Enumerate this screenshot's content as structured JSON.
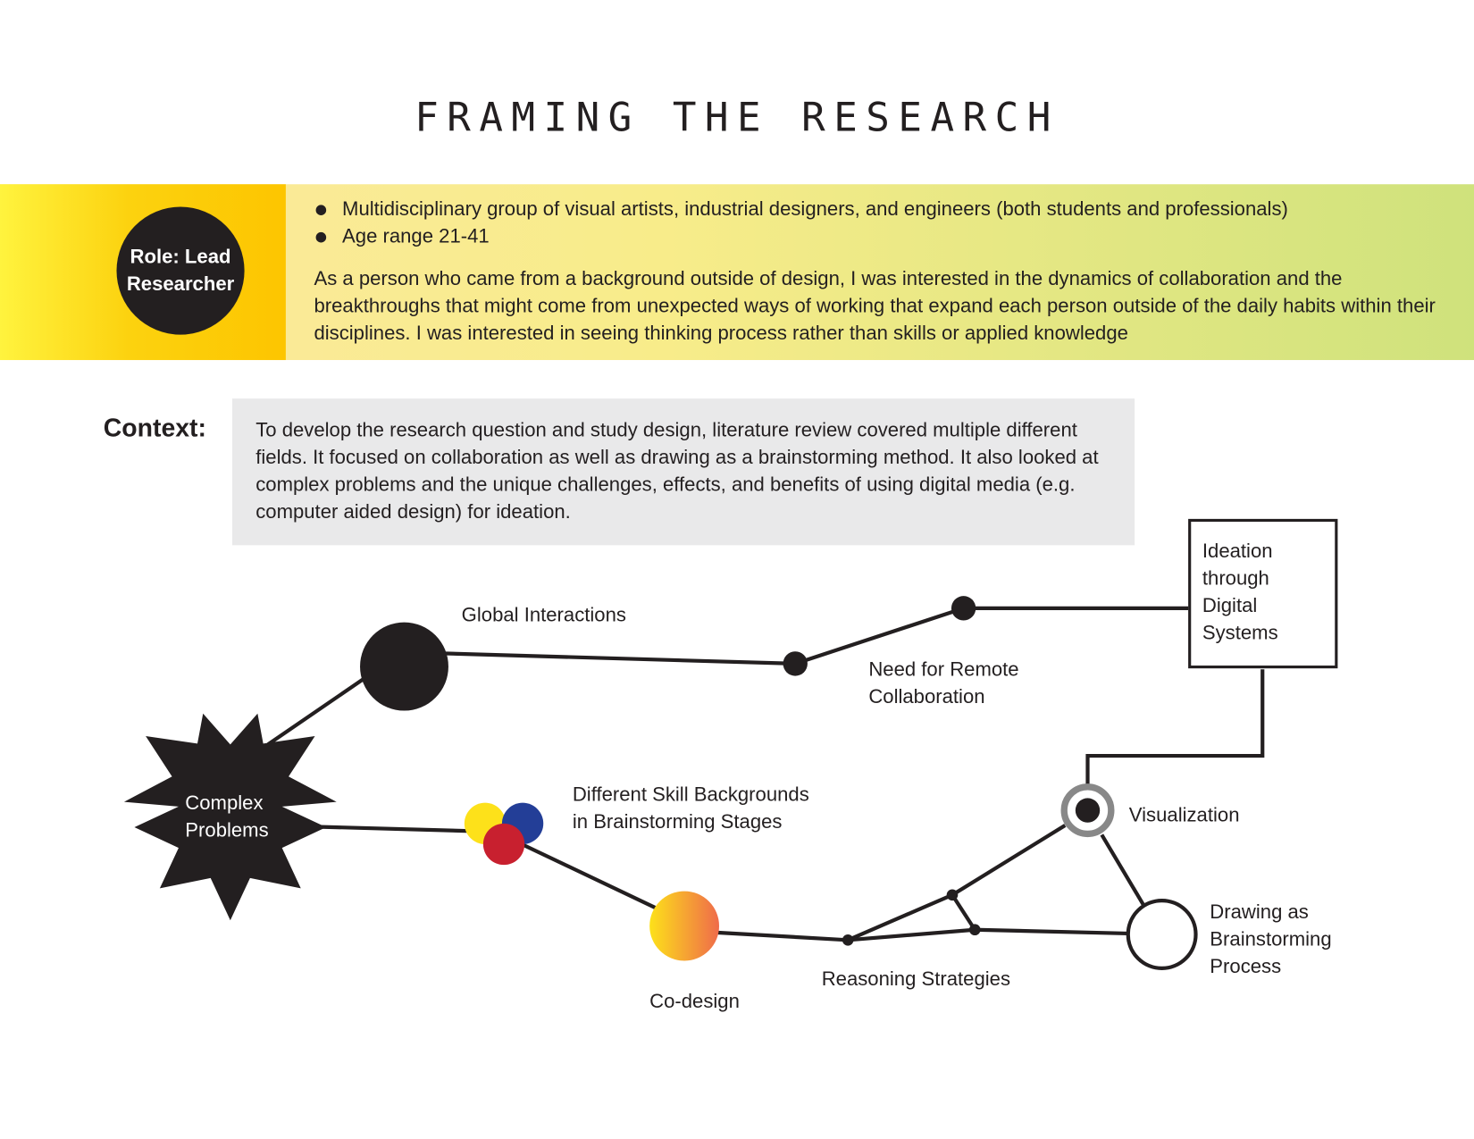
{
  "title": "FRAMING THE RESEARCH",
  "role": {
    "line1": "Role: Lead",
    "line2": "Researcher"
  },
  "participants": [
    "Multidisciplinary group of visual artists, industrial designers, and engineers (both students and professionals)",
    "Age range 21-41"
  ],
  "intro": "As a person who came from a background outside of design, I was interested in the dynamics of collaboration and the breakthroughs that might come from unexpected ways of working that expand each person outside of the daily habits within their disciplines. I was interested in seeing thinking process rather than skills or applied knowledge",
  "context": {
    "label": "Context:",
    "text": "To develop the research question and study design, literature review covered multiple different fields. It focused on collaboration as well as drawing as a brainstorming method. It also looked at complex problems and the unique challenges, effects, and benefits of using digital media (e.g. computer aided design) for ideation."
  },
  "nodes": {
    "complex_1": "Complex",
    "complex_2": "Problems",
    "global": "Global Interactions",
    "remote_1": "Need for Remote",
    "remote_2": "Collaboration",
    "ideation": [
      "Ideation",
      "through",
      "Digital",
      "Systems"
    ],
    "skills_1": "Different Skill Backgrounds",
    "skills_2": "in Brainstorming Stages",
    "codesign": "Co-design",
    "reasoning": "Reasoning Strategies",
    "visualization": "Visualization",
    "drawing": [
      "Drawing as",
      "Brainstorming",
      "Process"
    ]
  },
  "colors": {
    "yellow": "#fde11a",
    "blue": "#233e97",
    "red": "#c8202f",
    "dark": "#231f20",
    "ring": "#888888"
  }
}
